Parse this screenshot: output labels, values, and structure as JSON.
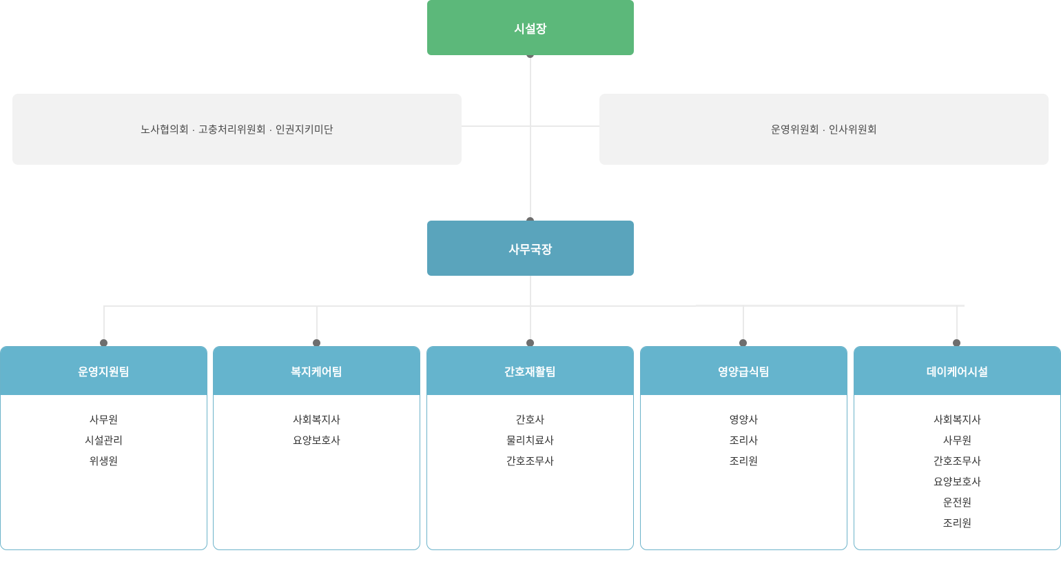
{
  "org_chart": {
    "top": {
      "label": "시설장",
      "color": "#5cb87a"
    },
    "committees": [
      {
        "label": "노사협의회 · 고충처리위원회 · 인권지키미단",
        "side": "left"
      },
      {
        "label": "운영위원회 · 인사위원회",
        "side": "right"
      }
    ],
    "second": {
      "label": "사무국장",
      "color": "#5aa4bc"
    },
    "teams": [
      {
        "title": "운영지원팀",
        "roles": [
          "사무원",
          "시설관리",
          "위생원"
        ]
      },
      {
        "title": "복지케어팀",
        "roles": [
          "사회복지사",
          "요양보호사"
        ]
      },
      {
        "title": "간호재활팀",
        "roles": [
          "간호사",
          "물리치료사",
          "간호조무사"
        ]
      },
      {
        "title": "영양급식팀",
        "roles": [
          "영양사",
          "조리사",
          "조리원"
        ]
      },
      {
        "title": "데이케어시설",
        "roles": [
          "사회복지사",
          "사무원",
          "간호조무사",
          "요양보호사",
          "운전원",
          "조리원"
        ]
      }
    ],
    "colors": {
      "top_node": "#5cb87a",
      "second_node": "#5aa4bc",
      "team_header": "#65b4cd",
      "team_border": "#6bb2c9",
      "committee_bg": "#f2f2f2",
      "connector": "#e9e9e9",
      "dot": "#6e6e6e"
    }
  }
}
